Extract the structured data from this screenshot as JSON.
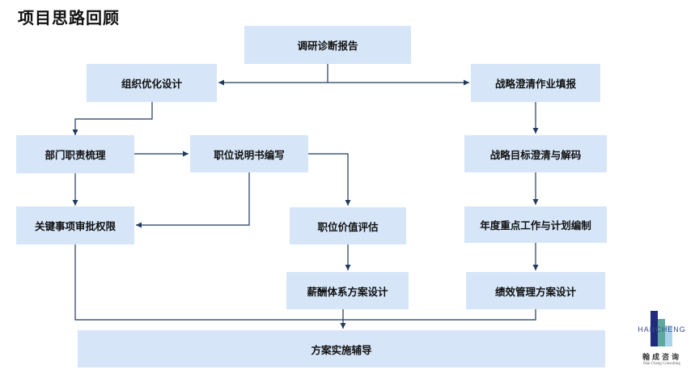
{
  "title": "项目思路回顾",
  "nodes": {
    "research": "调研诊断报告",
    "org_design": "组织优化设计",
    "strategy_fill": "战略澄清作业填报",
    "dept_duties": "部门职责梳理",
    "job_desc": "职位说明书编写",
    "strategy_decode": "战略目标澄清与解码",
    "key_approval": "关键事项审批权限",
    "job_eval": "职位价值评估",
    "annual_plan": "年度重点工作与计划编制",
    "compensation": "薪酬体系方案设计",
    "performance": "绩效管理方案设计",
    "implementation": "方案实施辅导"
  },
  "logo": {
    "en": "HANCHENG",
    "cn": "翰成咨询",
    "sub": "Han Cheng Consulting"
  },
  "colors": {
    "box": "#d6e6f8",
    "line": "#1f3a5c"
  }
}
